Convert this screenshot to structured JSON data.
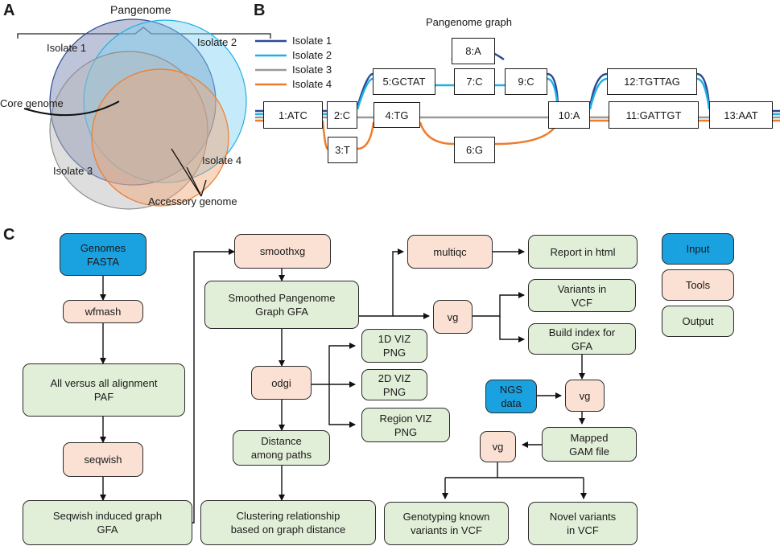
{
  "panels": {
    "a": {
      "letter": "A",
      "pangenome": "Pangenome",
      "isolate1": "Isolate 1",
      "isolate2": "Isolate 2",
      "isolate3": "Isolate 3",
      "isolate4": "Isolate 4",
      "core": "Core genome",
      "accessory": "Accessory genome"
    },
    "b": {
      "letter": "B",
      "title": "Pangenome graph"
    },
    "c": {
      "letter": "C"
    }
  },
  "colors": {
    "isolate1": "#2b4a94",
    "isolate2": "#1fb0e6",
    "isolate3": "#9a9a9a",
    "isolate4": "#ee7c2b",
    "input": "#1aa1e0",
    "tools": "#fbe1d4",
    "output": "#e2efd8"
  },
  "legend_b": [
    "Isolate 1",
    "Isolate 2",
    "Isolate 3",
    "Isolate 4"
  ],
  "graph_nodes": {
    "n1": "1:ATC",
    "n2": "2:C",
    "n3": "3:T",
    "n4": "4:TG",
    "n5": "5:GCTAT",
    "n6": "6:G",
    "n7": "7:C",
    "n8": "8:A",
    "n9": "9:C",
    "n10": "10:A",
    "n11": "11:GATTGT",
    "n12": "12:TGTTAG",
    "n13": "13:AAT"
  },
  "flow": {
    "genomes": "Genomes\nFASTA",
    "wfmash": "wfmash",
    "allvsall": "All versus all alignment\nPAF",
    "seqwish": "seqwish",
    "seqwish_graph": "Seqwish induced graph\nGFA",
    "smoothxg": "smoothxg",
    "smoothed": "Smoothed Pangenome\nGraph GFA",
    "odgi": "odgi",
    "distance": "Distance\namong paths",
    "clustering": "Clustering relationship\nbased on graph distance",
    "viz1d": "1D VIZ\nPNG",
    "viz2d": "2D VIZ\nPNG",
    "vizregion": "Region VIZ\nPNG",
    "multiqc": "multiqc",
    "report": "Report in html",
    "vg1": "vg",
    "variants": "Variants in\nVCF",
    "buildindex": "Build index for\nGFA",
    "ngs": "NGS\ndata",
    "vg2": "vg",
    "mapped": "Mapped\nGAM file",
    "vg3": "vg",
    "genotyping": "Genotyping known\nvariants in VCF",
    "novel": "Novel variants\nin VCF"
  },
  "legend_c": {
    "input": "Input",
    "tools": "Tools",
    "output": "Output"
  }
}
